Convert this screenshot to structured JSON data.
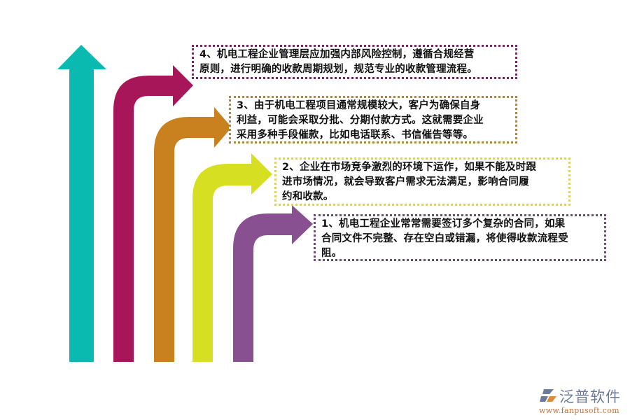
{
  "diagram": {
    "type": "ascending-arrows-list",
    "colors": {
      "arrow_0": "#0ab9b0",
      "arrow_4": "#a8165a",
      "arrow_3": "#c98120",
      "arrow_2": "#d6df22",
      "arrow_1": "#885090",
      "box_4_border": "#6e2a5c",
      "box_3_border": "#a4874f",
      "box_2_border": "#d6d65a",
      "box_1_border": "#6e4a78"
    },
    "items": [
      {
        "number": 4,
        "lines": [
          "4、机电工程企业管理层应加强内部风险控制，遵循合规经营",
          "原则，进行明确的收款周期规划，规范专业的收款管理流程。"
        ]
      },
      {
        "number": 3,
        "lines": [
          "3、由于机电工程项目通常规模较大，客户为确保自身",
          "利益，可能会采取分批、分期付款方式。这就需要企业",
          "采用多种手段催款，比如电话联系、书信催告等等。"
        ]
      },
      {
        "number": 2,
        "lines": [
          "2、企业在市场竞争激烈的环境下运作，如果不能及时跟",
          "进市场情况，就会导致客户需求无法满足，影响合同履",
          "约和收款。"
        ]
      },
      {
        "number": 1,
        "lines": [
          "1、机电工程企业常常需要签订多个复杂的合同，如果",
          "合同文件不完整、存在空白或错漏，将使得收款流程受",
          "阻。"
        ]
      }
    ]
  },
  "watermark": {
    "brand": "泛普软件",
    "url": "www.fanpusoft.com",
    "icon": "fanpu-logo-icon"
  }
}
